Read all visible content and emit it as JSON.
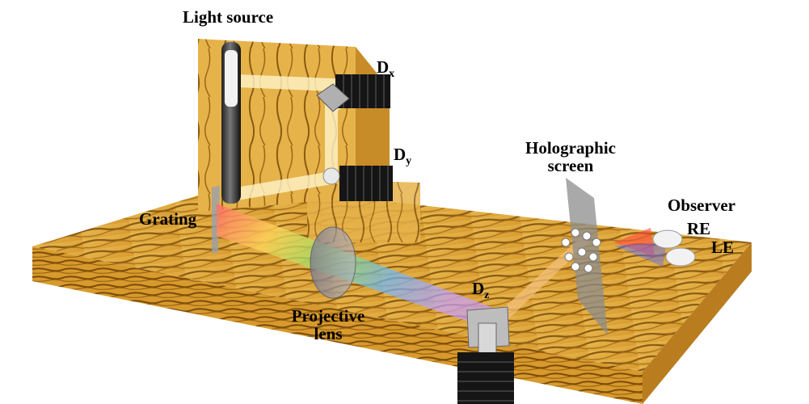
{
  "labels": {
    "light_source": "Light source",
    "dx_main": "D",
    "dx_sub": "x",
    "dy_main": "D",
    "dy_sub": "y",
    "dz_main": "D",
    "dz_sub": "z",
    "grating": "Grating",
    "projective_lens_line1": "Projective",
    "projective_lens_line2": "lens",
    "holographic_screen_line1": "Holographic",
    "holographic_screen_line2": "screen",
    "observer": "Observer",
    "right_eye": "RE",
    "left_eye": "LE"
  },
  "colors": {
    "wood_light": "#e8b84a",
    "wood_dark": "#8a5a12",
    "detector_body": "#1a1a1a",
    "screen_gray": "#8c8c8c"
  }
}
